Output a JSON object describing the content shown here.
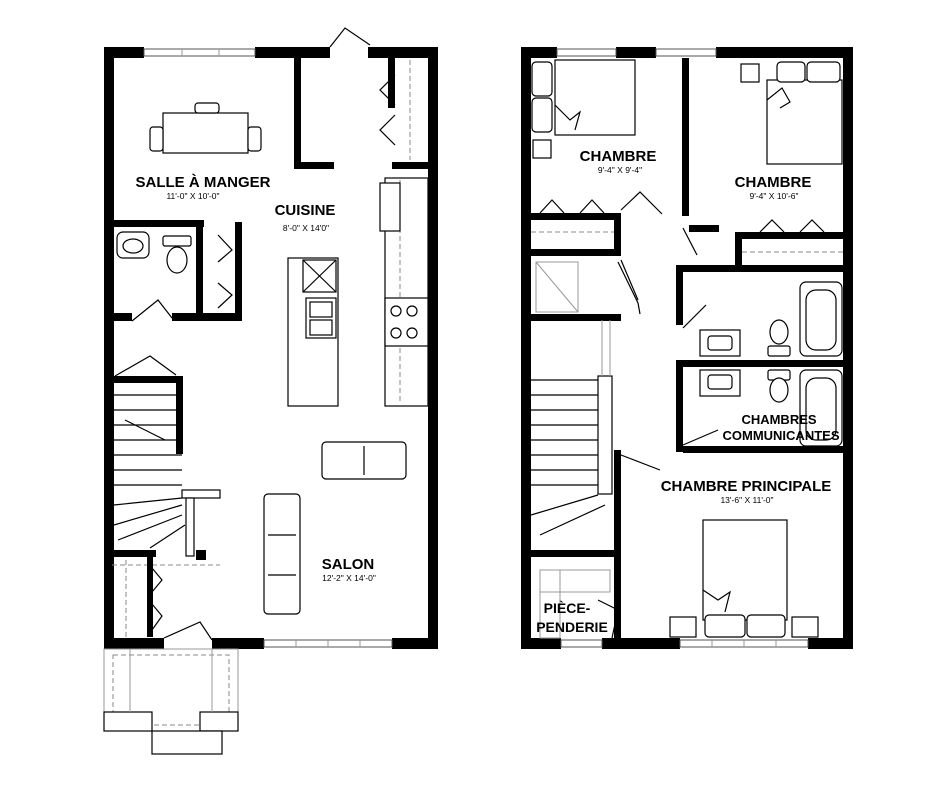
{
  "rooms": {
    "salle_a_manger": {
      "name": "SALLE À MANGER",
      "dims": "11'-0\" X 10'-0\""
    },
    "cuisine": {
      "name": "CUISINE",
      "dims": "8'-0\" X 14'0\""
    },
    "salon": {
      "name": "SALON",
      "dims": "12'-2\" X 14'-0\""
    },
    "chambre_1": {
      "name": "CHAMBRE",
      "dims": "9'-4\" X 9'-4\""
    },
    "chambre_2": {
      "name": "CHAMBRE",
      "dims": "9'-4\" X 10'-6\""
    },
    "chambres_communicantes": {
      "line1": "CHAMBRES",
      "line2": "COMMUNICANTES"
    },
    "chambre_principale": {
      "name": "CHAMBRE PRINCIPALE",
      "dims": "13'-6\" X 11'-0\""
    },
    "piece_penderie": {
      "line1": "PIÈCE-",
      "line2": "PENDERIE"
    }
  }
}
